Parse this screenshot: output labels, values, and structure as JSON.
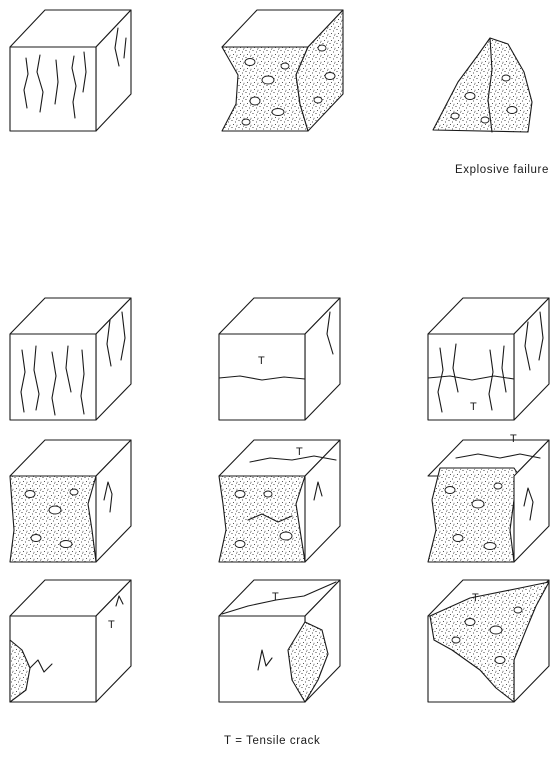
{
  "labels": {
    "explosive": "Explosive failure",
    "legend": "T = Tensile crack",
    "tensile_marker": "T"
  },
  "figure": {
    "rows": [
      {
        "row": 1,
        "cubes": [
          "vertical cracks on face",
          "double-cone fractured cube",
          "explosive failure fragment"
        ]
      },
      {
        "row": 2,
        "cubes": [
          "vertical cracks",
          "horizontal tensile crack T",
          "vertical cracks with tensile crack T"
        ]
      },
      {
        "row": 3,
        "cubes": [
          "fractured front face",
          "fractured with top tensile crack T",
          "fractured with top tensile crack T"
        ]
      },
      {
        "row": 4,
        "cubes": [
          "corner fracture with T",
          "corner fracture with top tensile crack T",
          "corner fracture with top tensile crack T"
        ]
      }
    ]
  },
  "colors": {
    "ink": "#1a1a1a",
    "paper": "#ffffff"
  }
}
